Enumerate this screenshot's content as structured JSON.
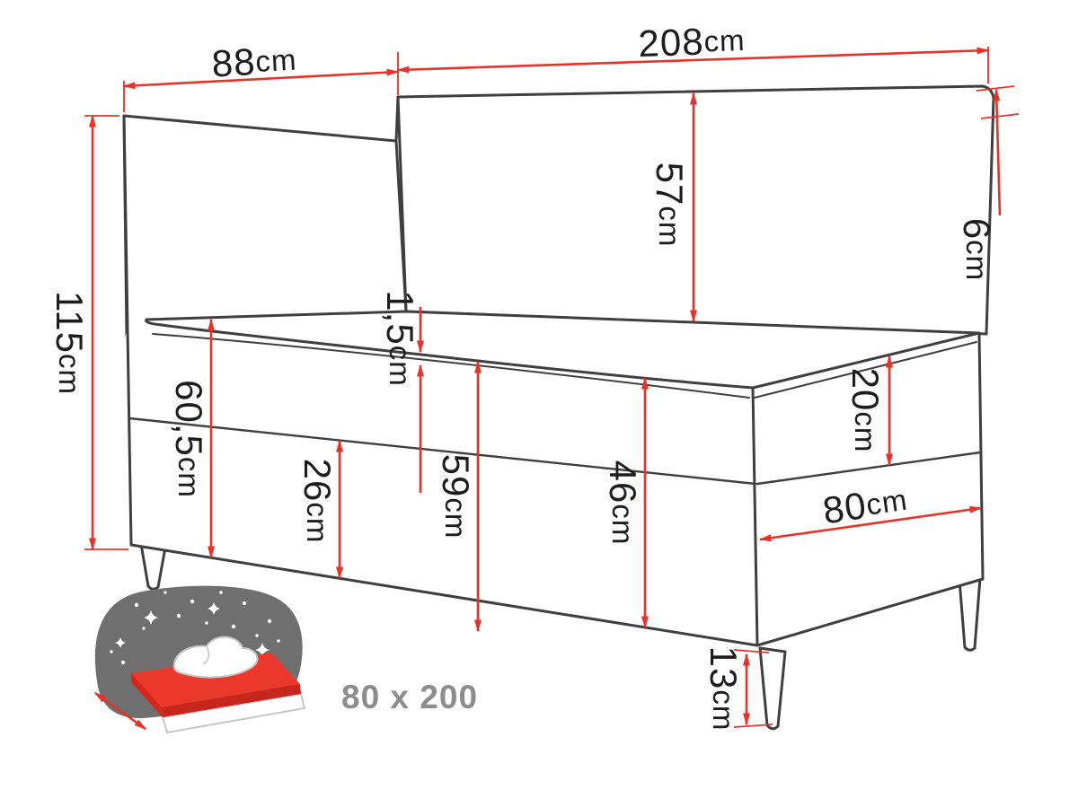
{
  "diagram_type": "corner-bed dimension drawing",
  "unit": "cm",
  "colors": {
    "dimension_red": "#e5332a",
    "outline_dark": "#3f3f3f",
    "tufting_gray": "#4b4b4b",
    "icon_dark_gray": "#6f6f6f",
    "icon_red": "#ea392c",
    "caption_gray": "#8d8d8d",
    "background": "#ffffff"
  },
  "labels": {
    "side_width": {
      "value": "88",
      "unit": "cm"
    },
    "back_width": {
      "value": "208",
      "unit": "cm"
    },
    "total_height": {
      "value": "115",
      "unit": "cm"
    },
    "headboard_height": {
      "value": "57",
      "unit": "cm"
    },
    "headboard_thickness": {
      "value": "6",
      "unit": "cm"
    },
    "topper_height": {
      "value": "1,5",
      "unit": "cm"
    },
    "mattress_height": {
      "value": "20",
      "unit": "cm"
    },
    "height_to_mattress_top": {
      "value": "60,5",
      "unit": "cm"
    },
    "base_height": {
      "value": "26",
      "unit": "cm"
    },
    "front_height": {
      "value": "59",
      "unit": "cm"
    },
    "side_height": {
      "value": "46",
      "unit": "cm"
    },
    "bed_width": {
      "value": "80",
      "unit": "cm"
    },
    "leg_height": {
      "value": "13",
      "unit": "cm"
    }
  },
  "icon": {
    "caption": "80 x 200"
  }
}
